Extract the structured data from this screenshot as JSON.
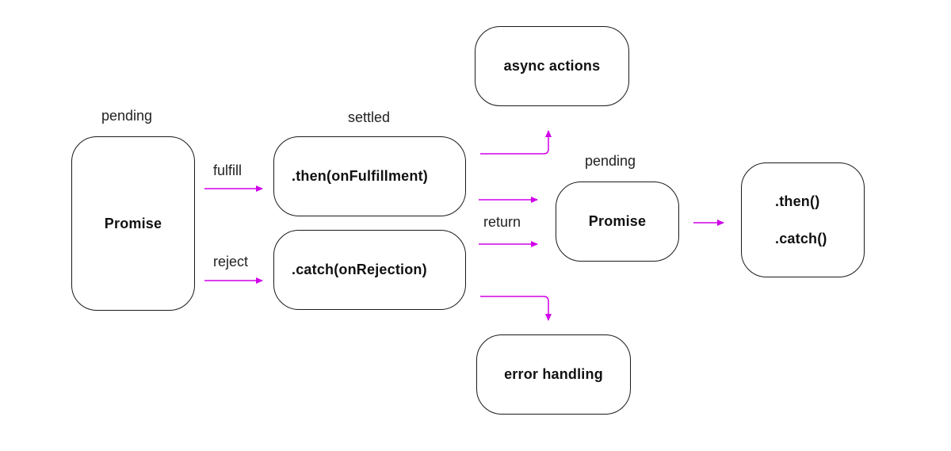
{
  "labels": {
    "pending_left": "pending",
    "settled": "settled",
    "fulfill": "fulfill",
    "reject": "reject",
    "return": "return",
    "pending_right": "pending"
  },
  "nodes": {
    "promise_left": "Promise",
    "then_handler": ".then(onFulfillment)",
    "catch_handler": ".catch(onRejection)",
    "async_actions": "async actions",
    "error_handling": "error handling",
    "promise_right": "Promise",
    "then_method": ".then()",
    "catch_method": ".catch()"
  },
  "colors": {
    "arrow": "#d000e8",
    "border": "#1a1a1a"
  }
}
